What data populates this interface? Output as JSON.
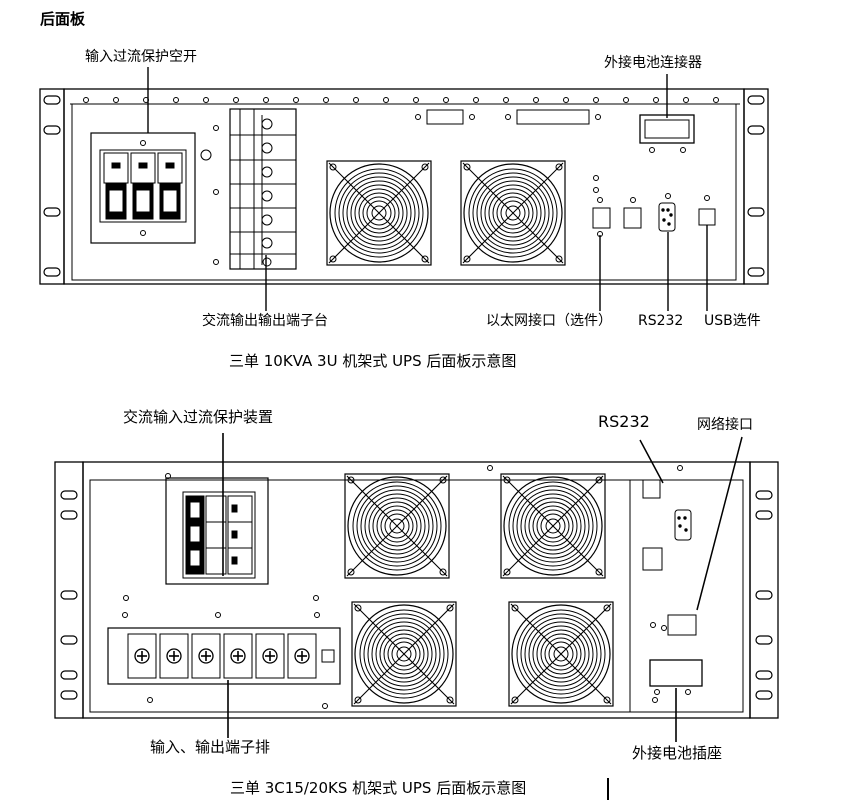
{
  "heading": "后面板",
  "figure1": {
    "labels": {
      "breaker": "输入过流保护空开",
      "battery_connector": "外接电池连接器",
      "terminal": "交流输出输出端子台",
      "ethernet": "以太网接口（选件）",
      "rs232": "RS232",
      "usb": "USB选件"
    },
    "caption": "三单 10KVA    3U 机架式 UPS  后面板示意图"
  },
  "figure2": {
    "labels": {
      "breaker": "交流输入过流保护装置",
      "rs232": "RS232",
      "network": "网络接口",
      "terminal": "输入、输出端子排",
      "battery_socket": "外接电池插座"
    },
    "caption": "三单 3C15/20KS  机架式 UPS  后面板示意图"
  }
}
